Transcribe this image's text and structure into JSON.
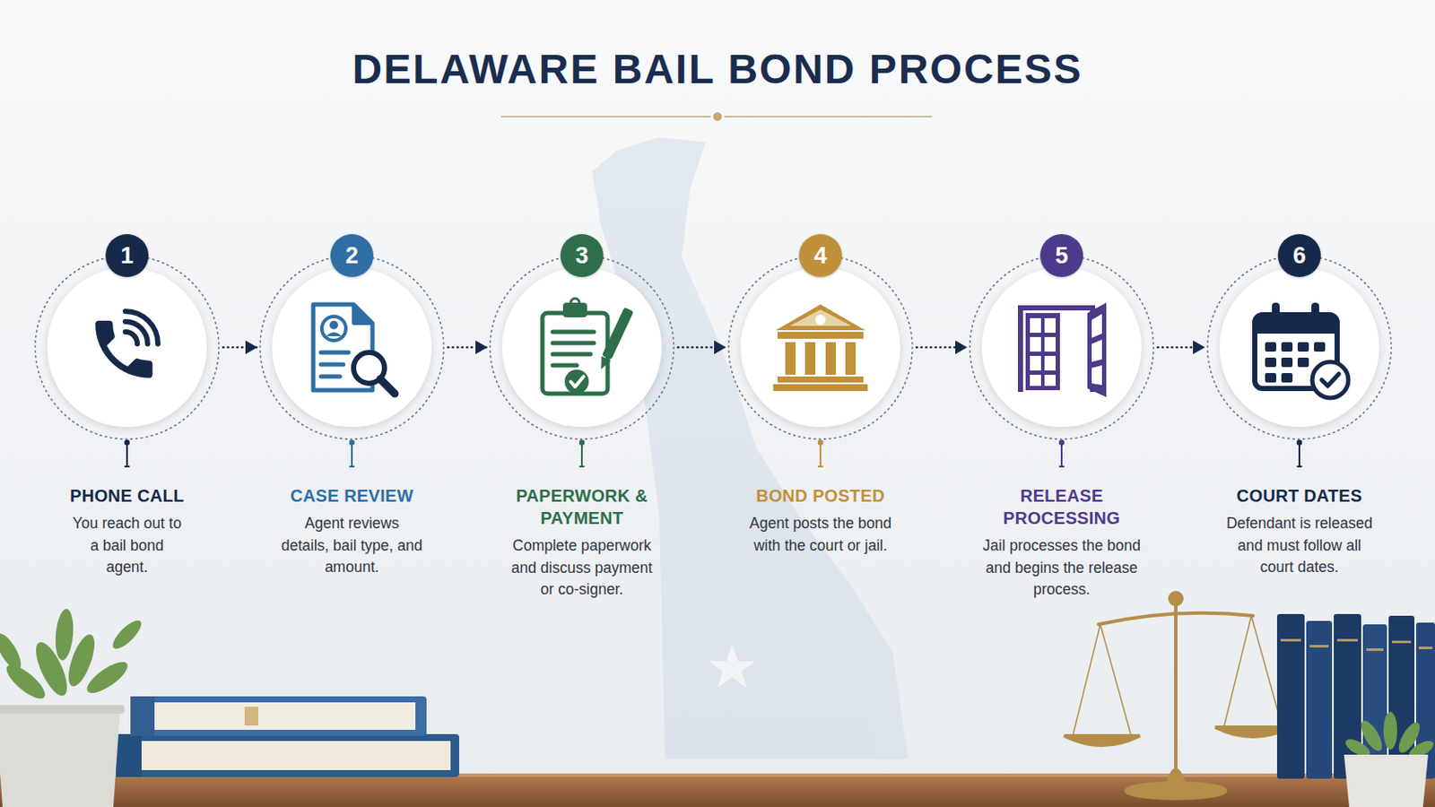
{
  "diagram": {
    "title": "DELAWARE BAIL BOND PROCESS",
    "nodes": [
      {
        "text": [
          "1",
          "PHONE CALL",
          "You reach out to a bail bond agent."
        ]
      },
      {
        "text": [
          "2",
          "CASE REVIEW",
          "Agent reviews details, bail type, and amount."
        ]
      },
      {
        "text": [
          "3",
          "PAPERWORK & PAYMENT",
          "Complete paperwork and discuss payment or co-signer."
        ]
      },
      {
        "text": [
          "4",
          "BOND POSTED",
          "Agent posts the bond with the court or jail."
        ]
      },
      {
        "text": [
          "5",
          "RELEASE PROCESSING",
          "Jail processes the bond and begins the release process."
        ]
      },
      {
        "text": [
          "6",
          "COURT DATES",
          "Defendant is released and must follow all court dates."
        ]
      }
    ],
    "edges": [
      {
        "from": 0,
        "to": 1,
        "arrow": "to"
      },
      {
        "from": 1,
        "to": 2,
        "arrow": "to"
      },
      {
        "from": 2,
        "to": 3,
        "arrow": "to"
      },
      {
        "from": 3,
        "to": 4,
        "arrow": "to"
      },
      {
        "from": 4,
        "to": 5,
        "arrow": "to"
      }
    ]
  }
}
